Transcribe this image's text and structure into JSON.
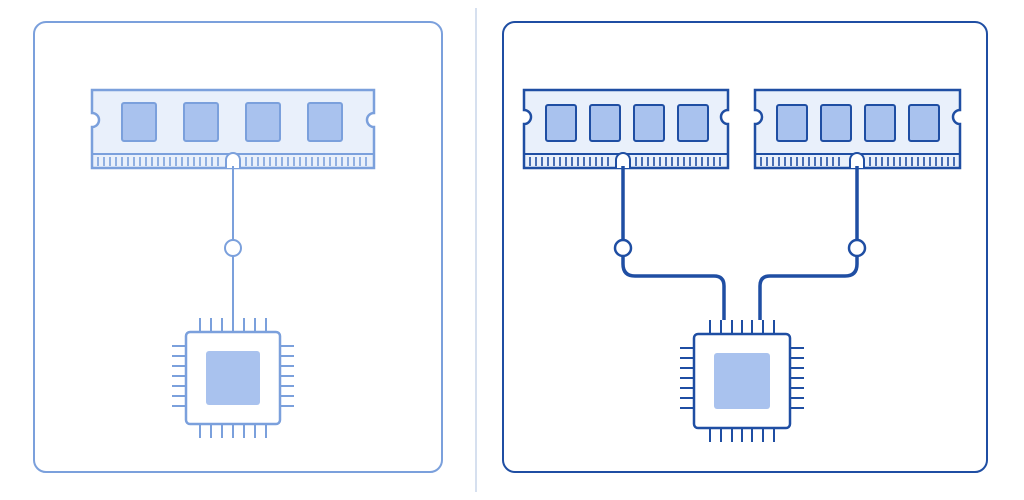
{
  "panels": [
    {
      "id": "single-channel",
      "stroke_color": "#7ba0dc",
      "modules": 1,
      "chips_per_module": 4
    },
    {
      "id": "dual-channel",
      "stroke_color": "#1f4ea3",
      "modules": 2,
      "chips_per_module": 4
    }
  ],
  "colors": {
    "module_fill": "#e9f0fb",
    "chip_fill": "#a9c2ee",
    "cpu_core_fill": "#a9c2ee",
    "divider": "#c9d6ea",
    "background": "#ffffff"
  },
  "icons": [
    "ram-module-icon",
    "cpu-chip-icon",
    "connector-node-icon"
  ]
}
